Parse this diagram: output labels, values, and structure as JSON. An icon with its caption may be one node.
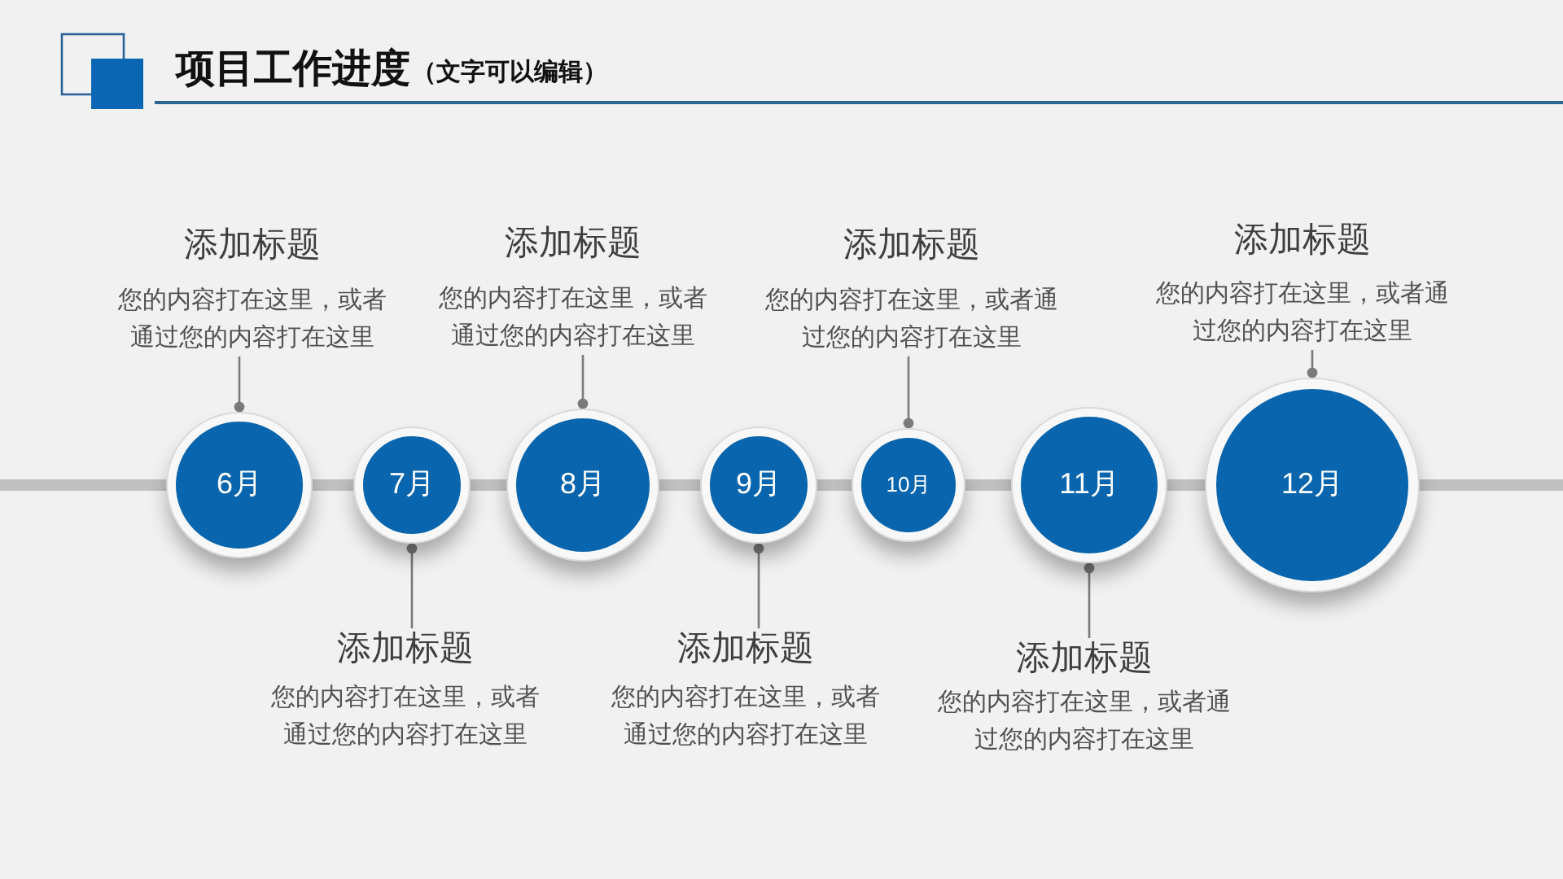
{
  "diagram": {
    "title": "项目工作进度",
    "nodes": [
      {
        "text": [
          "添加标题",
          "您的内容打在这里，或者通过您的内容打在这里"
        ]
      },
      {
        "text": [
          "添加标题",
          "您的内容打在这里，或者通过您的内容打在这里"
        ]
      },
      {
        "text": [
          "添加标题",
          "您的内容打在这里，或者通过您的内容打在这里"
        ]
      },
      {
        "text": [
          "添加标题",
          "您的内容打在这里，或者通过您的内容打在这里"
        ]
      },
      {
        "text": [
          "6月"
        ]
      },
      {
        "text": [
          "7月"
        ]
      },
      {
        "text": [
          "8月"
        ]
      },
      {
        "text": [
          "9月"
        ]
      },
      {
        "text": [
          "10月"
        ]
      },
      {
        "text": [
          "11月"
        ]
      },
      {
        "text": [
          "12月"
        ]
      },
      {
        "text": [
          "添加标题",
          "您的内容打在这里，或者通过您的内容打在这里"
        ]
      },
      {
        "text": [
          "添加标题",
          "您的内容打在这里，或者通过您的内容打在这里"
        ]
      },
      {
        "text": [
          "添加标题",
          "您的内容打在这里，或者通过您的内容打在这里"
        ]
      }
    ],
    "edges": [
      {
        "from": 0,
        "to": 4,
        "arrow": "other"
      },
      {
        "from": 11,
        "to": 5,
        "arrow": "other"
      },
      {
        "from": 1,
        "to": 6,
        "arrow": "other"
      },
      {
        "from": 12,
        "to": 7,
        "arrow": "other"
      },
      {
        "from": 2,
        "to": 8,
        "arrow": "other"
      },
      {
        "from": 13,
        "to": 9,
        "arrow": "other"
      },
      {
        "from": 3,
        "to": 10,
        "arrow": "other"
      },
      {
        "from": 4,
        "to": 5,
        "arrow": "none",
        "style": "thick",
        "color": "#c0c0c0"
      },
      {
        "from": 5,
        "to": 6,
        "arrow": "none",
        "style": "thick",
        "color": "#c0c0c0"
      },
      {
        "from": 6,
        "to": 7,
        "arrow": "none",
        "style": "thick",
        "color": "#c0c0c0"
      },
      {
        "from": 7,
        "to": 8,
        "arrow": "none",
        "style": "thick",
        "color": "#c0c0c0"
      },
      {
        "from": 8,
        "to": 9,
        "arrow": "none",
        "style": "thick",
        "color": "#c0c0c0"
      },
      {
        "from": 9,
        "to": 10,
        "arrow": "none",
        "style": "thick",
        "color": "#c0c0c0"
      }
    ],
    "labels": [
      "（文字可以编辑）"
    ]
  }
}
